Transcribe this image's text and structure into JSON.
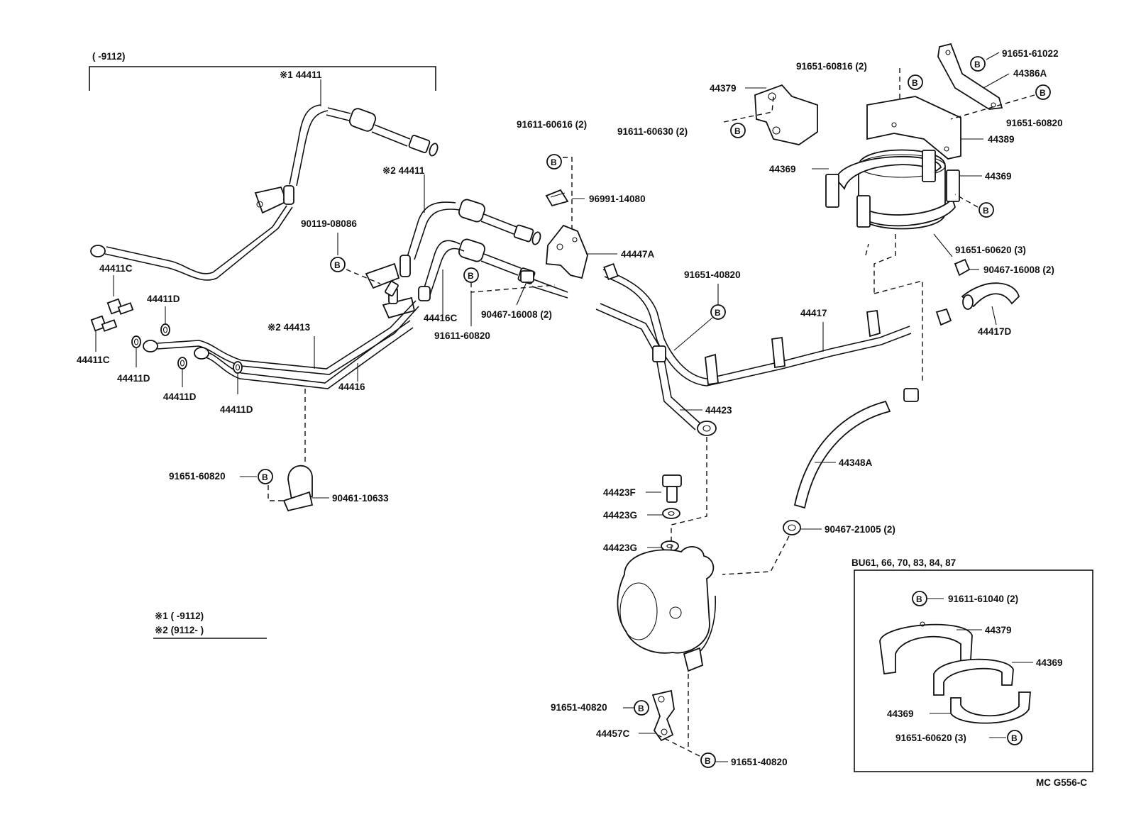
{
  "labels": {
    "top_range": "(      -9112)",
    "l44411_1": "※1 44411",
    "l44411_2": "※2 44411",
    "l44411C_a": "44411C",
    "l44411C_b": "44411C",
    "l44411D_a": "44411D",
    "l44411D_b": "44411D",
    "l44411D_c": "44411D",
    "l44411D_d": "44411D",
    "l44413": "※2 44413",
    "l44416": "44416",
    "l44416C": "44416C",
    "l90119": "90119-08086",
    "l91611_60616": "91611-60616 (2)",
    "l96991": "96991-14080",
    "l44447A": "44447A",
    "l90467_16008_mid": "90467-16008 (2)",
    "l91611_60820": "91611-60820",
    "l44379_top": "44379",
    "l91611_60630": "91611-60630 (2)",
    "l91651_60816": "91651-60816 (2)",
    "l91651_61022": "91651-61022",
    "l44386A": "44386A",
    "l91651_60820_tr": "91651-60820",
    "l44389": "44389",
    "l44369_l": "44369",
    "l44369_r": "44369",
    "l91651_60620": "91651-60620 (3)",
    "l90467_16008_r": "90467-16008 (2)",
    "l44417D": "44417D",
    "l91651_40820_top": "91651-40820",
    "l44417": "44417",
    "l44423": "44423",
    "l44348A": "44348A",
    "l90467_21005": "90467-21005 (2)",
    "l44423F": "44423F",
    "l44423G_a": "44423G",
    "l44423G_b": "44423G",
    "l91651_60820_bl": "91651-60820",
    "l90461": "90461-10633",
    "l91651_40820_bm": "91651-40820",
    "l44457C": "44457C",
    "l91651_40820_bb": "91651-40820",
    "legend1": "※1 (       -9112)",
    "legend2": "※2 (9112-         )",
    "inset_title": "BU61, 66, 70, 83, 84, 87",
    "inset_91611": "91611-61040 (2)",
    "inset_44379": "44379",
    "inset_44369_r": "44369",
    "inset_44369_l": "44369",
    "inset_91651": "91651-60620 (3)",
    "footer": "MC G556-C",
    "b": "B"
  }
}
